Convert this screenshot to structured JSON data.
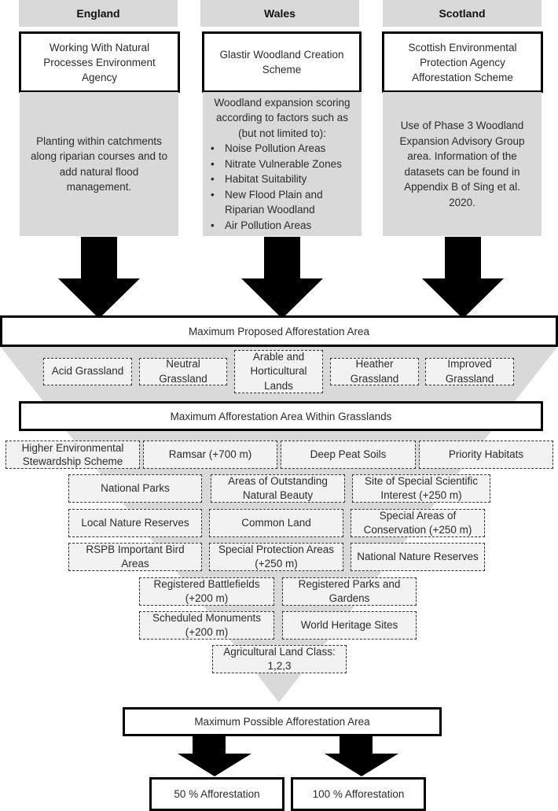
{
  "columns": [
    {
      "header": "England",
      "scheme": "Working With Natural Processes Environment Agency",
      "description": "Planting within catchments along riparian courses and to add natural flood management."
    },
    {
      "header": "Wales",
      "scheme": "Glastir Woodland Creation Scheme",
      "description_intro": "Woodland expansion scoring according to factors such as (but not limited to):",
      "factors": [
        "Noise Pollution Areas",
        "Nitrate Vulnerable Zones",
        "Habitat Suitability",
        "New Flood Plain and Riparian Woodland",
        "Air Pollution Areas"
      ]
    },
    {
      "header": "Scotland",
      "scheme": "Scottish Environmental Protection Agency Afforestation Scheme",
      "description": "Use of Phase 3 Woodland Expansion Advisory Group area. Information of the datasets can be found in Appendix B of Sing et al. 2020."
    }
  ],
  "stage1": {
    "title": "Maximum Proposed Afforestation Area"
  },
  "grasslands": [
    "Acid Grassland",
    "Neutral Grassland",
    "Arable and Horticultural Lands",
    "Heather Grassland",
    "Improved Grassland"
  ],
  "stage2": {
    "title": "Maximum Afforestation Area Within Grasslands"
  },
  "constraints": [
    "Higher Environmental Stewardship Scheme",
    "Ramsar (+700 m)",
    "Deep Peat Soils",
    "Priority Habitats",
    "National Parks",
    "Areas of Outstanding Natural Beauty",
    "Site of Special Scientific Interest (+250 m)",
    "Local Nature Reserves",
    "Common Land",
    "Special Areas of Conservation (+250 m)",
    "RSPB Important Bird Areas",
    "Special Protection Areas (+250 m)",
    "National Nature Reserves",
    "Registered Battlefields (+200 m)",
    "Registered Parks and Gardens",
    "Scheduled Monuments (+200 m)",
    "World Heritage Sites",
    "Agricultural Land Class: 1,2,3"
  ],
  "stage3": {
    "title": "Maximum Possible Afforestation Area"
  },
  "outcomes": [
    "50 % Afforestation",
    "100 % Afforestation"
  ],
  "colors": {
    "panel_gray": "#d9d9d9",
    "filter_box": "#f2f2f2",
    "arrow": "#000000"
  }
}
